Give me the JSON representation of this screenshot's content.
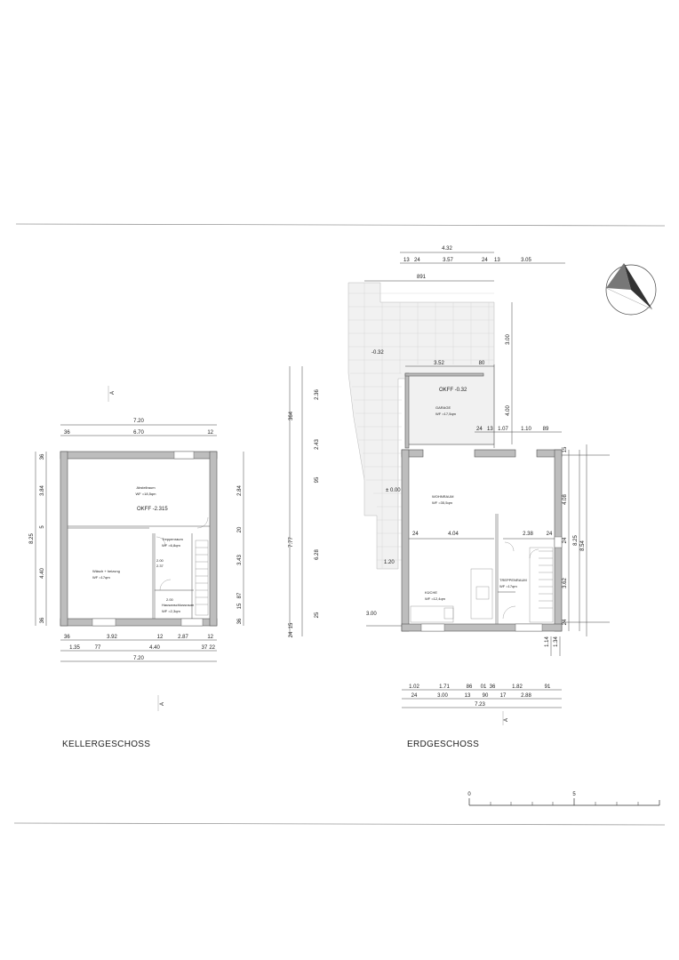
{
  "titles": {
    "left": "KELLERGESCHOSS",
    "right": "ERDGESCHOSS"
  },
  "section_markers": {
    "a": "A"
  },
  "scale": {
    "zero": "0",
    "five": "5"
  },
  "keller": {
    "top_total": "7.20",
    "top_dims": [
      "36",
      "6.70",
      "12"
    ],
    "left_total": "8.25",
    "left_dims": [
      "36",
      "3.84",
      "5",
      "4.40",
      "36"
    ],
    "right_dims": [
      "2.84",
      "20",
      "3.43",
      "87",
      "15",
      "36"
    ],
    "bottom_row1": [
      "36",
      "3.92",
      "12",
      "2.87",
      "12"
    ],
    "bottom_row2": [
      "1.35",
      "77",
      "4.40",
      "37",
      "22"
    ],
    "bottom_total": "7.20",
    "level": "OKFF -2.315",
    "rooms": {
      "abstell": {
        "name": "Abstellraum",
        "area": "WF =18,5qm"
      },
      "wasch": {
        "name": "Wäsch + heizung",
        "area": "WF =17qm"
      },
      "treppen": {
        "name": "Treppenraum",
        "area": "WF =6,8qm"
      },
      "hausanschluss": {
        "name": "Hausanschlussraum",
        "area": "WF =2,3qm"
      }
    },
    "notes": {
      "door1": "2.00",
      "door2": "2.37",
      "door3": "2.00"
    }
  },
  "erd": {
    "top_total": "4.32",
    "top_row2": [
      "13",
      "24",
      "3.57",
      "24",
      "13",
      "3.05"
    ],
    "top_row3": "891",
    "inner_top": [
      "3.52",
      "80"
    ],
    "side_300": "3.00",
    "side_400": "4.00",
    "side_row": [
      "24",
      "13",
      "1.07",
      "1.10",
      "89"
    ],
    "terrace_level": "-0.32",
    "level_okff": "OKFF -0.32",
    "level_zero": "± 0.00",
    "rooms": {
      "garage": {
        "name": "GARAGE",
        "area": "WF =17,5qm"
      },
      "wohnen": {
        "name": "WOHNRAUM",
        "area": "WF =35,5qm"
      },
      "kueche": {
        "name": "KÜCHE",
        "area": "WF =12,4qm"
      },
      "treppen": {
        "name": "TREPPENRAUM",
        "area": "WF =17qm"
      }
    },
    "inner_dims": [
      "24",
      "4.04",
      "2.38",
      "24"
    ],
    "left_dim": "1.20",
    "left_outer": "3.00",
    "right_dims": [
      "15",
      "4.08",
      "24",
      "3.62",
      "24"
    ],
    "right_totals": [
      "8.25",
      "8.54"
    ],
    "right_bottom": [
      "1.14",
      "1.34"
    ],
    "left_column": [
      "2.36",
      "364",
      "2.43",
      "95",
      "7.77",
      "6.28",
      "25",
      "15",
      "24"
    ],
    "bottom_row1": [
      "1.02",
      "1.71",
      "86",
      "01",
      "36",
      "1.82",
      "91"
    ],
    "bottom_row2": [
      "24",
      "3.00",
      "13",
      "90",
      "17",
      "2.88"
    ],
    "bottom_total": "7.23"
  }
}
